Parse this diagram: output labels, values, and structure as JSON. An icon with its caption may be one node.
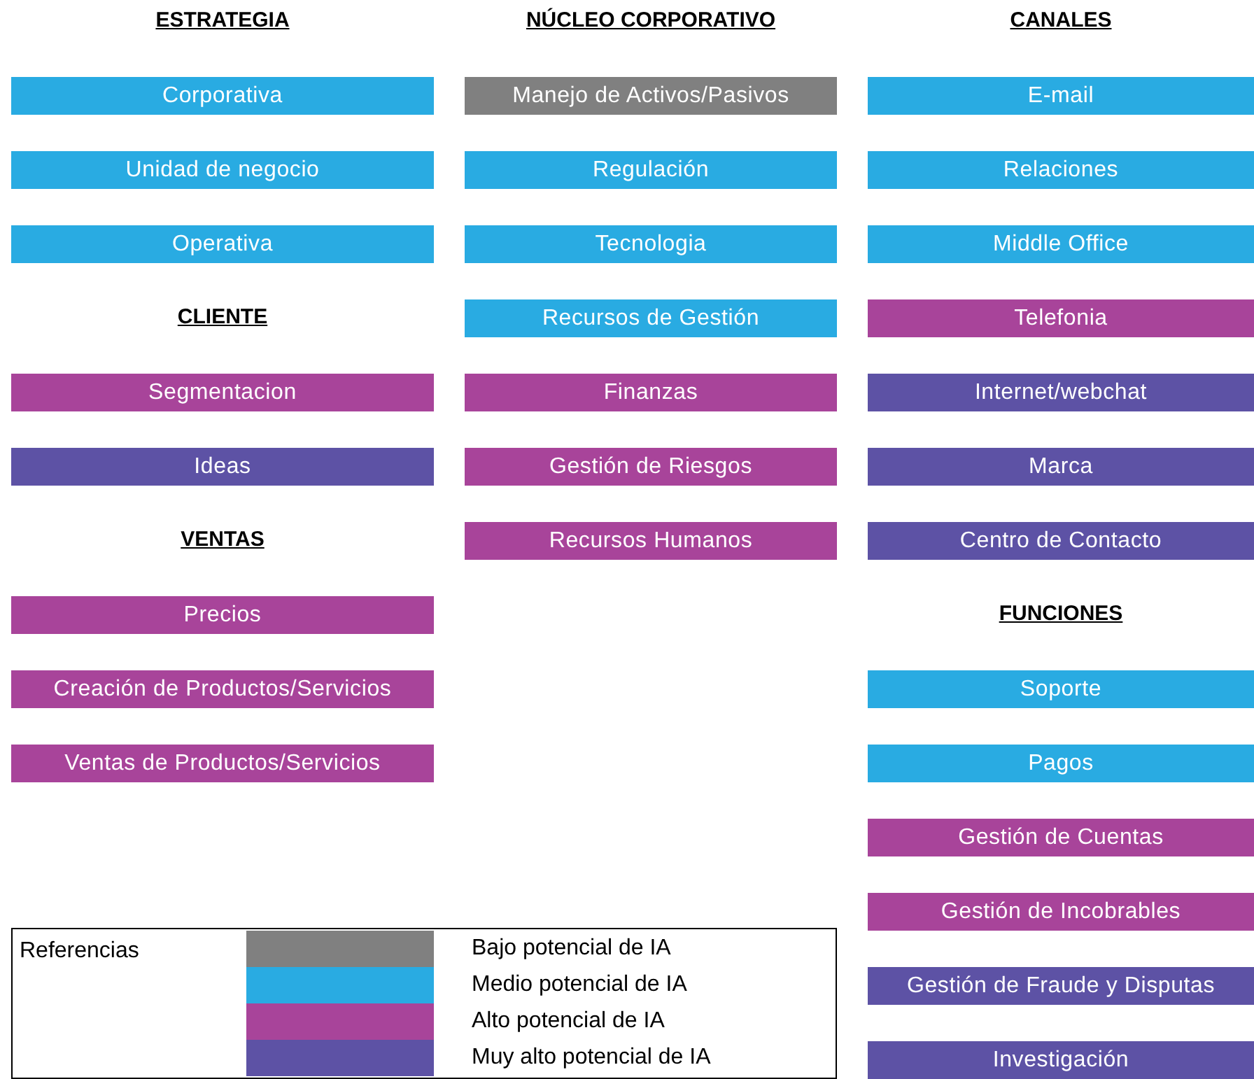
{
  "diagram": {
    "nodes": [
      {
        "text": [
          "Corporativa"
        ]
      },
      {
        "text": [
          "Unidad de negocio"
        ]
      },
      {
        "text": [
          "Operativa"
        ]
      },
      {
        "text": [
          "Segmentacion"
        ]
      },
      {
        "text": [
          "Ideas"
        ]
      },
      {
        "text": [
          "Precios"
        ]
      },
      {
        "text": [
          "Creación de Productos/Servicios"
        ]
      },
      {
        "text": [
          "Ventas de Productos/Servicios"
        ]
      },
      {
        "text": [
          "Manejo de Activos/Pasivos"
        ]
      },
      {
        "text": [
          "Regulación"
        ]
      },
      {
        "text": [
          "Tecnologia"
        ]
      },
      {
        "text": [
          "Recursos de Gestión"
        ]
      },
      {
        "text": [
          "Finanzas"
        ]
      },
      {
        "text": [
          "Gestión de Riesgos"
        ]
      },
      {
        "text": [
          "Recursos Humanos"
        ]
      },
      {
        "text": [
          "E-mail"
        ]
      },
      {
        "text": [
          "Relaciones"
        ]
      },
      {
        "text": [
          "Middle Office"
        ]
      },
      {
        "text": [
          "Telefonia"
        ]
      },
      {
        "text": [
          "Internet/webchat"
        ]
      },
      {
        "text": [
          "Marca"
        ]
      },
      {
        "text": [
          "Centro de Contacto"
        ]
      },
      {
        "text": [
          "Soporte"
        ]
      },
      {
        "text": [
          "Pagos"
        ]
      },
      {
        "text": [
          "Gestión de Cuentas"
        ]
      },
      {
        "text": [
          "Gestión de Incobrables"
        ]
      },
      {
        "text": [
          "Gestión de Fraude y Disputas"
        ]
      },
      {
        "text": [
          "Investigación"
        ]
      }
    ],
    "labels": [
      "ESTRATEGIA",
      "NÚCLEO CORPORATIVO",
      "CANALES",
      "CLIENTE",
      "VENTAS",
      "FUNCIONES",
      "Referencias"
    ],
    "legend": [
      {
        "text": "Bajo potencial de IA",
        "color": "#808080"
      },
      {
        "text": "Medio potencial de IA",
        "color": "#29abe2"
      },
      {
        "text": "Alto potencial de IA",
        "color": "#a8449a"
      },
      {
        "text": "Muy alto potencial de IA",
        "color": "#5d52a5"
      }
    ]
  }
}
